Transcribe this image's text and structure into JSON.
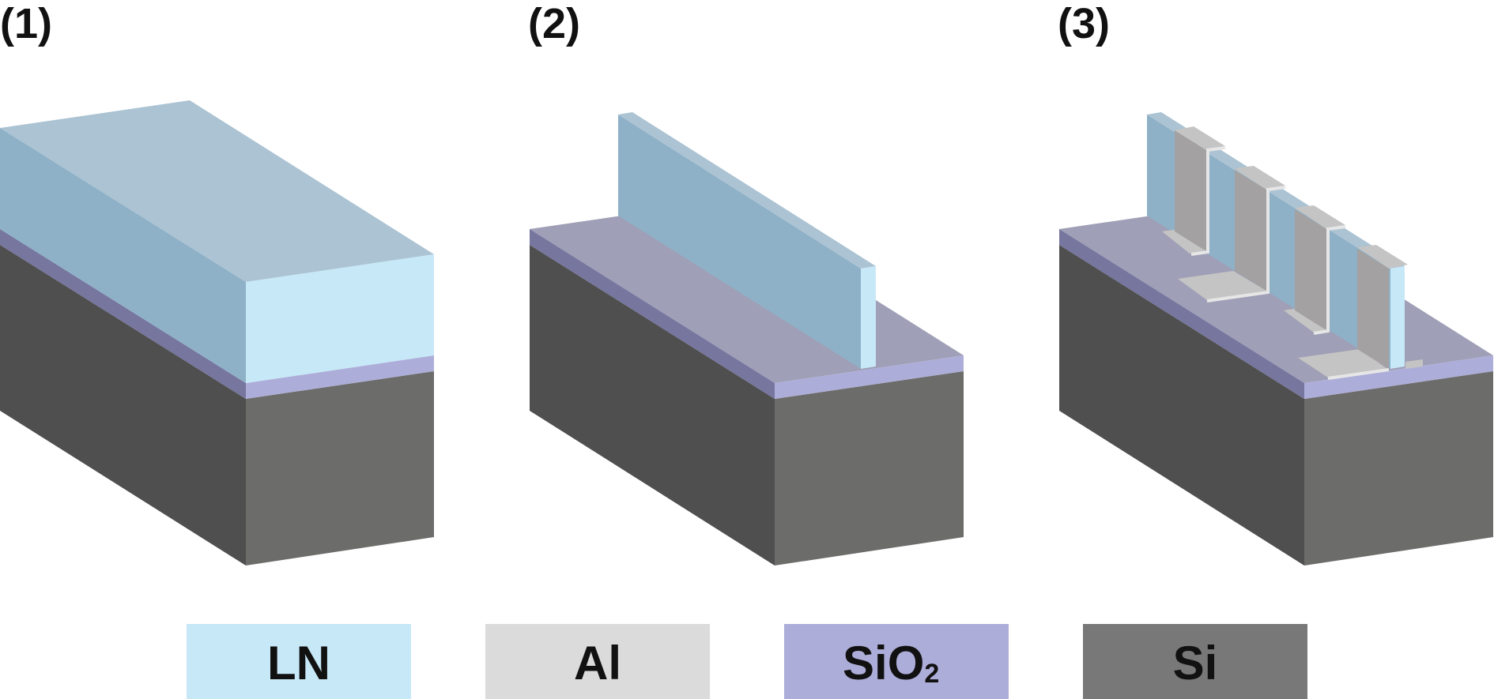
{
  "steps": [
    {
      "label": "(1)"
    },
    {
      "label": "(2)"
    },
    {
      "label": "(3)"
    }
  ],
  "legend": [
    {
      "label": "LN",
      "color": "#c7e8f7"
    },
    {
      "label": "Al",
      "color": "#dcdbdc"
    },
    {
      "label": "SiO",
      "subscript": "2",
      "color": "#adadd9"
    },
    {
      "label": "Si",
      "color": "#787878"
    }
  ],
  "colors": {
    "ln_top": "#abc3d3",
    "ln_left": "#8fb1c7",
    "ln_front": "#c7e8f7",
    "sio2_top": "#9f9fb7",
    "sio2_left": "#76769f",
    "sio2_front": "#adadd9",
    "si_left": "#4f4f4f",
    "si_front": "#6c6c6a",
    "al_top": "#c5c4c4",
    "al_face": "#a3a1a1",
    "al_edge": "#e6e6e6"
  }
}
